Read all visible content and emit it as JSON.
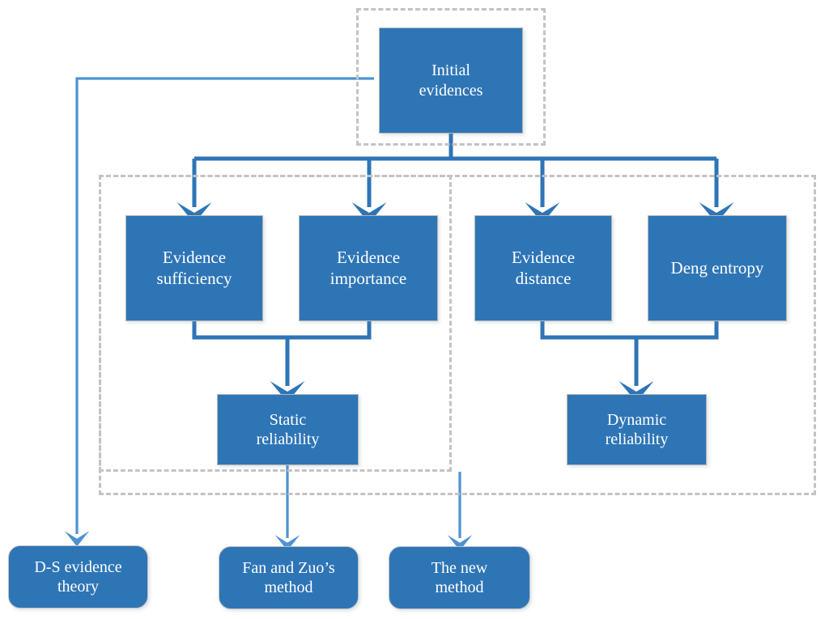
{
  "diagram": {
    "title": "Evidence reliability framework flowchart",
    "colors": {
      "node_fill": "#2E75B6",
      "node_text": "#FFFFFF",
      "connector_dark": "#2E75B6",
      "connector_light": "#4E93D0",
      "group_border": "#C3C3C3",
      "background": "#FFFFFF"
    },
    "nodes": {
      "initial_evidences": "Initial\nevidences",
      "evidence_sufficiency": "Evidence\nsufficiency",
      "evidence_importance": "Evidence\nimportance",
      "evidence_distance": "Evidence\ndistance",
      "deng_entropy": "Deng entropy",
      "static_reliability": "Static\nreliability",
      "dynamic_reliability": "Dynamic\nreliability",
      "ds_evidence_theory": "D-S evidence\ntheory",
      "fan_and_zuo_method": "Fan and Zuo’s\nmethod",
      "the_new_method": "The new\nmethod"
    },
    "groups": {
      "initial_group": "",
      "static_group": "",
      "overall_group": ""
    },
    "edges": [
      {
        "from": "initial_evidences",
        "to": "ds_evidence_theory"
      },
      {
        "from": "initial_evidences",
        "to": "evidence_sufficiency"
      },
      {
        "from": "initial_evidences",
        "to": "evidence_importance"
      },
      {
        "from": "initial_evidences",
        "to": "evidence_distance"
      },
      {
        "from": "initial_evidences",
        "to": "deng_entropy"
      },
      {
        "from": "evidence_sufficiency",
        "to": "static_reliability"
      },
      {
        "from": "evidence_importance",
        "to": "static_reliability"
      },
      {
        "from": "evidence_distance",
        "to": "dynamic_reliability"
      },
      {
        "from": "deng_entropy",
        "to": "dynamic_reliability"
      },
      {
        "from": "static_reliability",
        "to": "fan_and_zuo_method"
      },
      {
        "from": "static_group",
        "to": "the_new_method"
      }
    ]
  }
}
